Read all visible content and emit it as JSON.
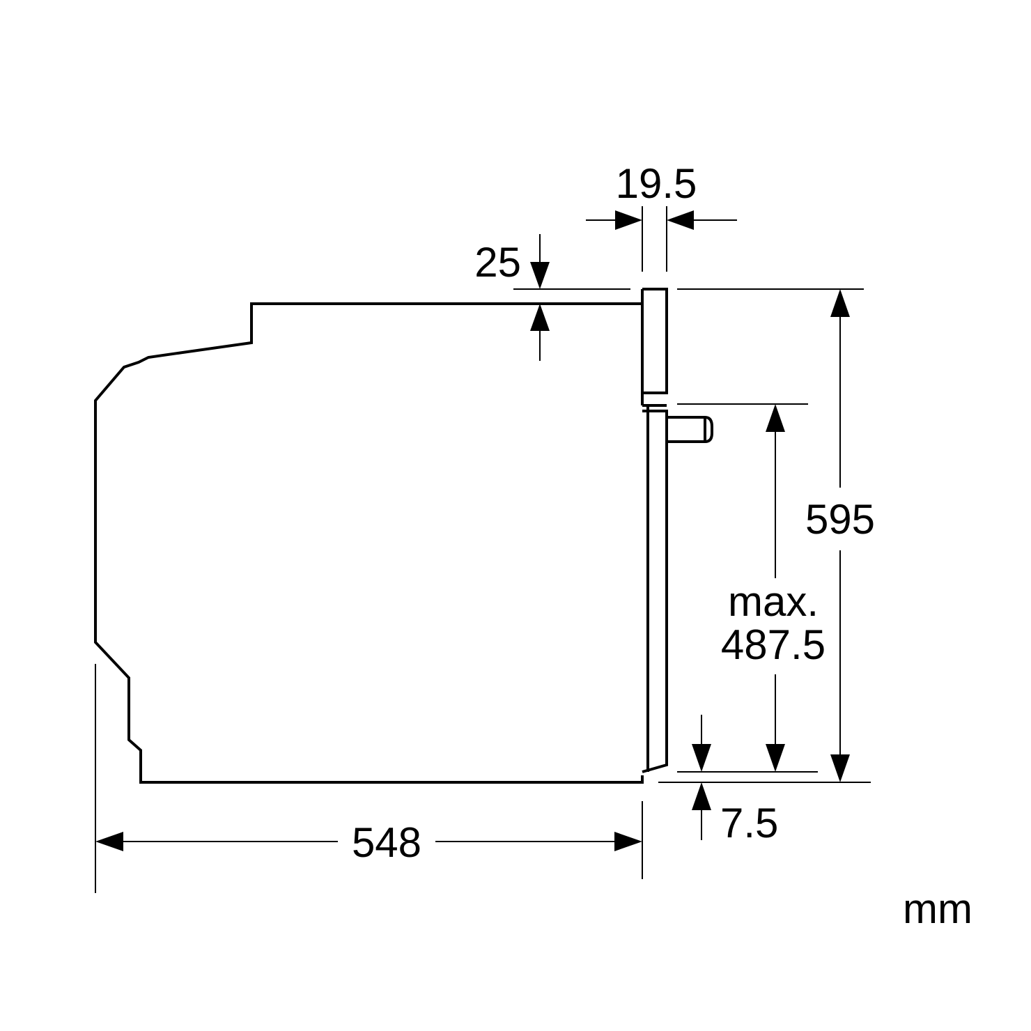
{
  "dimensions": {
    "door_thickness": "19.5",
    "top_clearance": "25",
    "total_height": "595",
    "max_label": "max.",
    "max_height": "487.5",
    "bottom_offset": "7.5",
    "depth": "548"
  },
  "unit": "mm"
}
